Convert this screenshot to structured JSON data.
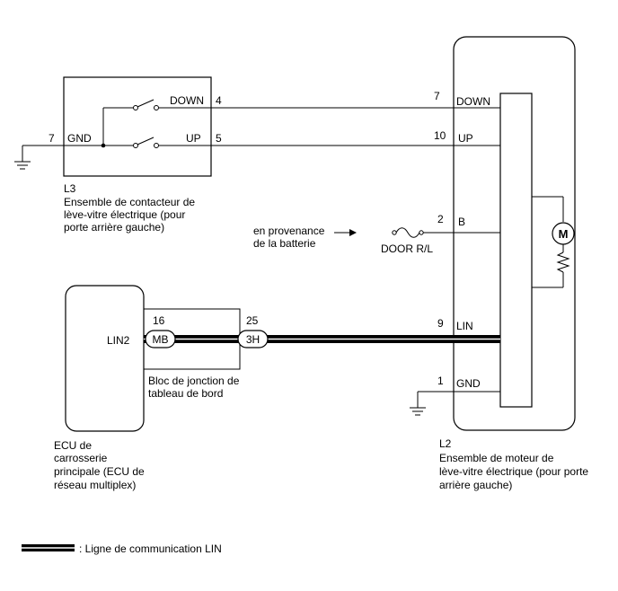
{
  "switch_block": {
    "code": "L3",
    "name_lines": [
      "Ensemble de contacteur de",
      "lève-vitre électrique (pour",
      "porte arrière  gauche)"
    ],
    "pins": [
      {
        "pin": "4",
        "label": "DOWN"
      },
      {
        "pin": "5",
        "label": "UP"
      },
      {
        "pin": "7",
        "label": "GND"
      }
    ]
  },
  "motor_block": {
    "code": "L2",
    "name_lines": [
      "Ensemble de moteur de",
      "lève-vitre électrique (pour porte",
      "arrière gauche)"
    ],
    "motor_symbol": "M",
    "pins": [
      {
        "pin": "7",
        "label": "DOWN"
      },
      {
        "pin": "10",
        "label": "UP"
      },
      {
        "pin": "2",
        "label": "B"
      },
      {
        "pin": "9",
        "label": "LIN"
      },
      {
        "pin": "1",
        "label": "GND"
      }
    ]
  },
  "battery": {
    "lines": [
      "en provenance",
      "de la batterie"
    ],
    "fuse": "DOOR R/L"
  },
  "ecu": {
    "pin_label": "LIN2",
    "name_lines": [
      "ECU de",
      "carrosserie",
      "principale (ECU de",
      "réseau multiplex)"
    ]
  },
  "junction_block": {
    "name_lines": [
      "Bloc de jonction de",
      "tableau de bord"
    ],
    "connector_left": {
      "pin": "16",
      "code": "MB"
    },
    "connector_right": {
      "pin": "25",
      "code": "3H"
    }
  },
  "legend": {
    "text": ": Ligne de communication LIN"
  }
}
